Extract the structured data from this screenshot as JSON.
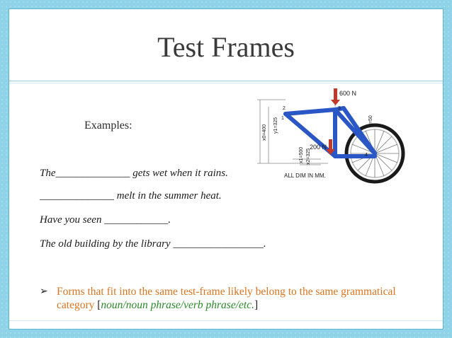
{
  "slide": {
    "title": "Test Frames",
    "examples_label": "Examples:",
    "frames": [
      "The______________ gets wet when it rains.",
      "______________ melt in the summer heat.",
      "Have you seen ____________.",
      "The old building by the library _________________."
    ],
    "bullet": {
      "arrow": "➢",
      "text_main": "Forms that fit into the same test-frame likely belong to the same grammatical category ",
      "bracket_open": "[",
      "italic_text": "noun/noun phrase/verb phrase/etc.",
      "bracket_close": "]"
    },
    "figure": {
      "force_top": "600 N",
      "force_mid": "200 N",
      "node_2": "2",
      "node_1": "1",
      "node_3": "3",
      "node_4": "4",
      "dim_t1": "t=50",
      "dim_y1": "y1=325",
      "dim_x0": "x0=400",
      "dim_x1": "x1=500",
      "dim_x2": "x2=325",
      "caption": "ALL DIM IN MM."
    },
    "colors": {
      "bullet_text": "#d9741f",
      "italic_category": "#2a8a2a",
      "frame_blue": "#2a56c6",
      "force_red": "#c0392b"
    }
  }
}
